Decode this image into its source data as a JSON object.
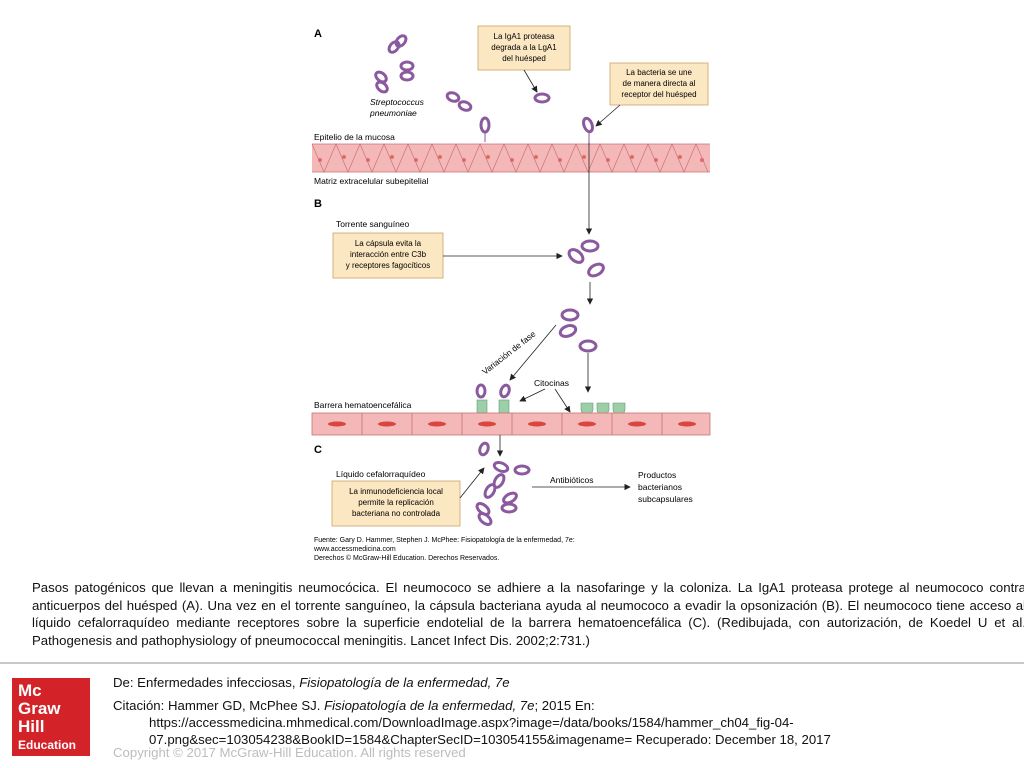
{
  "figure": {
    "panel_a": "A",
    "panel_b": "B",
    "panel_c": "C",
    "iga_box": [
      "La IgA1 proteasa",
      "degrada a la LgA1",
      "del huésped"
    ],
    "bacteria_box": [
      "La bacteria se une",
      "de manera directa al",
      "receptor del huésped"
    ],
    "strep_label": [
      "Streptococcus",
      "pneumoniae"
    ],
    "epithelium_label": "Epitelio de la mucosa",
    "matrix_label": "Matriz extracelular subepitelial",
    "bloodstream_label": "Torrente sanguíneo",
    "capsule_box": [
      "La cápsula evita la",
      "interacción entre C3b",
      "y receptores fagocíticos"
    ],
    "phase_label": "Variación de fase",
    "cytokines_label": "Citocinas",
    "bbb_label": "Barrera hematoencefálica",
    "csf_label": "Líquido cefalorraquídeo",
    "immuno_box": [
      "La inmunodeficiencia local",
      "permite la replicación",
      "bacteriana no controlada"
    ],
    "antibiotics_label": "Antibióticos",
    "products_label": [
      "Productos",
      "bacterianos",
      "subcapsulares"
    ],
    "source_lines": [
      "Fuente: Gary D. Hammer, Stephen J. McPhee: Fisiopatología de la enfermedad, 7e:",
      "www.accessmedicina.com",
      "Derechos © McGraw-Hill Education. Derechos Reservados."
    ]
  },
  "caption": "Pasos patogénicos que llevan a meningitis neumocócica. El neumococo se adhiere a la nasofaringe y la coloniza. La IgA1 proteasa protege al neumococo contra anticuerpos del huésped (A). Una vez en el torrente sanguíneo, la cápsula bacteriana ayuda al neumococo a evadir la opsonización (B). El neumococo tiene acceso al líquido cefalorraquídeo mediante receptores sobre la superficie endotelial de la barrera hematoencefálica (C). (Redibujada, con autorización, de Koedel U et al. Pathogenesis and pathophysiology of pneumococcal meningitis. Lancet Infect Dis. 2002;2:731.)",
  "logo": {
    "line1": "Mc",
    "line2": "Graw",
    "line3": "Hill",
    "line4": "Education"
  },
  "source": {
    "prefix": "De: Enfermedades infecciosas, ",
    "book": "Fisiopatología de la enfermedad, 7e"
  },
  "citation": {
    "prefix": "Citación: Hammer GD, McPhee SJ. ",
    "book": "Fisiopatología de la enfermedad, 7e",
    "suffix": "; 2015 En:",
    "url1": "https://accessmedicina.mhmedical.com/DownloadImage.aspx?image=/data/books/1584/hammer_ch04_fig-04-",
    "url2": "07.png&sec=103054238&BookID=1584&ChapterSecID=103054155&imagename= Recuperado: December 18, 2017"
  },
  "copyright": "Copyright © 2017 McGraw-Hill Education. All rights reserved",
  "colors": {
    "bacteria": "#8b5a9e",
    "epithelium": "#f4b8b8",
    "cell_nucleus": "#d9463f",
    "box": "#fbe7c2",
    "receptor": "#9ccfa8",
    "logo": "#d32329"
  }
}
